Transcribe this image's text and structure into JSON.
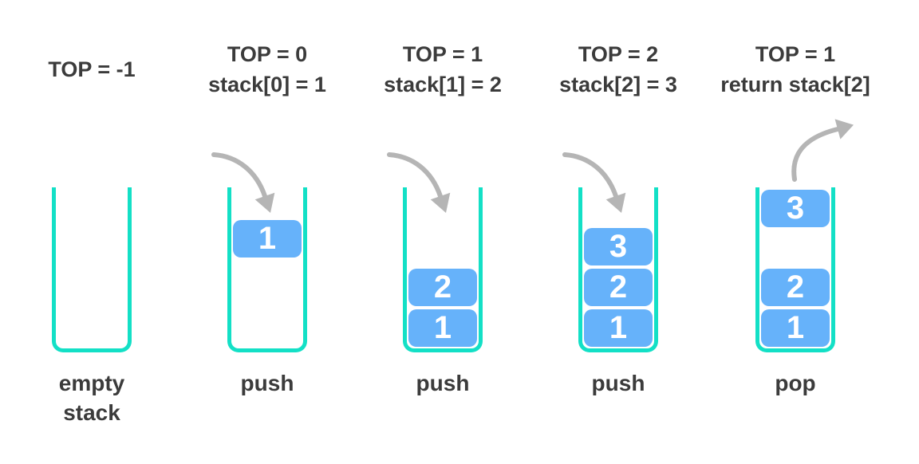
{
  "diagram": {
    "colors": {
      "container": "#13e0c6",
      "element": "#66b2fa",
      "arrow": "#b5b5b5",
      "text": "#3b3b3b",
      "element_text": "#ffffff",
      "background": "#ffffff"
    },
    "columns": [
      {
        "header_lines": [
          "TOP = -1"
        ],
        "label_lines": [
          "empty",
          "stack"
        ],
        "arrow": "none",
        "elements": []
      },
      {
        "header_lines": [
          "TOP = 0",
          "stack[0] = 1"
        ],
        "label_lines": [
          "push"
        ],
        "arrow": "push",
        "elements": [
          {
            "value": "1",
            "slot": "drop"
          }
        ]
      },
      {
        "header_lines": [
          "TOP = 1",
          "stack[1] = 2"
        ],
        "label_lines": [
          "push"
        ],
        "arrow": "push",
        "elements": [
          {
            "value": "2",
            "slot": "b1"
          },
          {
            "value": "1",
            "slot": "b0"
          }
        ]
      },
      {
        "header_lines": [
          "TOP = 2",
          "stack[2] = 3"
        ],
        "label_lines": [
          "push"
        ],
        "arrow": "push",
        "elements": [
          {
            "value": "3",
            "slot": "b2"
          },
          {
            "value": "2",
            "slot": "b1"
          },
          {
            "value": "1",
            "slot": "b0"
          }
        ]
      },
      {
        "header_lines": [
          "TOP = 1",
          "return stack[2]"
        ],
        "label_lines": [
          "pop"
        ],
        "arrow": "pop",
        "elements": [
          {
            "value": "3",
            "slot": "pop"
          },
          {
            "value": "2",
            "slot": "b1"
          },
          {
            "value": "1",
            "slot": "b0"
          }
        ]
      }
    ]
  }
}
